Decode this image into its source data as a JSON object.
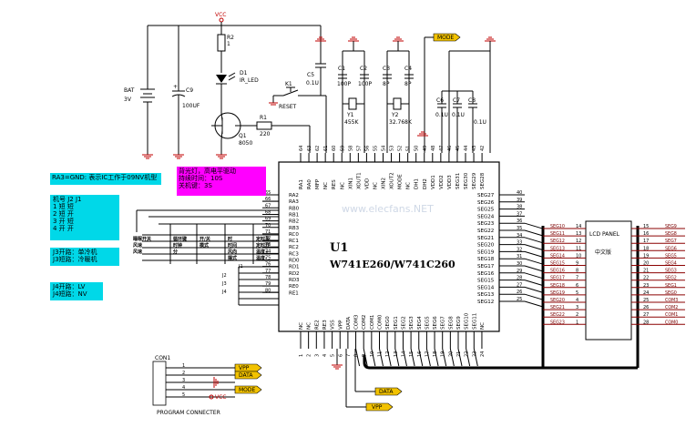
{
  "ic": {
    "ref": "U1",
    "part": "W741E260/W741C260",
    "top_pins": [
      {
        "name": "RA1",
        "num": "64"
      },
      {
        "name": "RA0",
        "num": "63"
      },
      {
        "name": "MFP",
        "num": "62"
      },
      {
        "name": "NC",
        "num": "61"
      },
      {
        "name": "RES",
        "num": "60"
      },
      {
        "name": "NC",
        "num": "59"
      },
      {
        "name": "XIN1",
        "num": "58"
      },
      {
        "name": "XOUT1",
        "num": "57"
      },
      {
        "name": "VDD",
        "num": "56"
      },
      {
        "name": "NC",
        "num": "55"
      },
      {
        "name": "XIN2",
        "num": "54"
      },
      {
        "name": "XOUT2",
        "num": "53"
      },
      {
        "name": "MODE",
        "num": "52"
      },
      {
        "name": "NC",
        "num": "51"
      },
      {
        "name": "DH1",
        "num": "50"
      },
      {
        "name": "DH2",
        "num": "49"
      },
      {
        "name": "VDD1",
        "num": "48"
      },
      {
        "name": "VDD2",
        "num": "47"
      },
      {
        "name": "VDD3",
        "num": "46"
      },
      {
        "name": "SEG31",
        "num": "45"
      },
      {
        "name": "SEG30",
        "num": "44"
      },
      {
        "name": "SEG29",
        "num": "43"
      },
      {
        "name": "SEG28",
        "num": "42"
      }
    ],
    "left_pins": [
      {
        "name": "RA2",
        "num": "65"
      },
      {
        "name": "RA3",
        "num": "66"
      },
      {
        "name": "RB0",
        "num": "67"
      },
      {
        "name": "RB1",
        "num": "68"
      },
      {
        "name": "RB2",
        "num": "69"
      },
      {
        "name": "RB3",
        "num": "70"
      },
      {
        "name": "RC0",
        "num": "71"
      },
      {
        "name": "RC1",
        "num": "72"
      },
      {
        "name": "RC2",
        "num": "73"
      },
      {
        "name": "RC3",
        "num": "74"
      },
      {
        "name": "RD0",
        "num": "75"
      },
      {
        "name": "RD1",
        "num": "76"
      },
      {
        "name": "RD2",
        "num": "77"
      },
      {
        "name": "RD3",
        "num": "78"
      },
      {
        "name": "RE0",
        "num": "79"
      },
      {
        "name": "RE1",
        "num": "80"
      }
    ],
    "bottom_pins": [
      {
        "name": "NC",
        "num": "1"
      },
      {
        "name": "NC",
        "num": "2"
      },
      {
        "name": "RE2",
        "num": "3"
      },
      {
        "name": "RE3",
        "num": "4"
      },
      {
        "name": "VSS",
        "num": "5"
      },
      {
        "name": "VPP",
        "num": "6"
      },
      {
        "name": "DATA",
        "num": "7"
      },
      {
        "name": "COM3",
        "num": "8"
      },
      {
        "name": "COM2",
        "num": "9"
      },
      {
        "name": "COM1",
        "num": "10"
      },
      {
        "name": "COM0",
        "num": "11"
      },
      {
        "name": "SEG0",
        "num": "12"
      },
      {
        "name": "SEG1",
        "num": "13"
      },
      {
        "name": "SEG2",
        "num": "14"
      },
      {
        "name": "SEG3",
        "num": "15"
      },
      {
        "name": "SEG4",
        "num": "16"
      },
      {
        "name": "SEG5",
        "num": "17"
      },
      {
        "name": "SEG6",
        "num": "18"
      },
      {
        "name": "SEG7",
        "num": "19"
      },
      {
        "name": "SEG8",
        "num": "20"
      },
      {
        "name": "SEG9",
        "num": "21"
      },
      {
        "name": "SEG10",
        "num": "22"
      },
      {
        "name": "SEG11",
        "num": "23"
      },
      {
        "name": "NC",
        "num": "24"
      }
    ],
    "right_pins": [
      {
        "name": "SEG27",
        "num": "40"
      },
      {
        "name": "SEG26",
        "num": "39"
      },
      {
        "name": "SEG25",
        "num": "38"
      },
      {
        "name": "SEG24",
        "num": "37"
      },
      {
        "name": "SEG23",
        "num": "36"
      },
      {
        "name": "SEG22",
        "num": "35"
      },
      {
        "name": "SEG21",
        "num": "34"
      },
      {
        "name": "SEG20",
        "num": "33"
      },
      {
        "name": "SEG19",
        "num": "32"
      },
      {
        "name": "SEG18",
        "num": "31"
      },
      {
        "name": "SEG17",
        "num": "30"
      },
      {
        "name": "SEG16",
        "num": "29"
      },
      {
        "name": "SEG15",
        "num": "28"
      },
      {
        "name": "SEG14",
        "num": "27"
      },
      {
        "name": "SEG13",
        "num": "26"
      },
      {
        "name": "SEG12",
        "num": "25"
      }
    ]
  },
  "lcd": {
    "title": "LCD PANEL",
    "subtitle": "中文版",
    "left": [
      {
        "name": "SEG10",
        "num": "14"
      },
      {
        "name": "SEG11",
        "num": "13"
      },
      {
        "name": "SEG12",
        "num": "12"
      },
      {
        "name": "SEG13",
        "num": "11"
      },
      {
        "name": "SEG14",
        "num": "10"
      },
      {
        "name": "SEG15",
        "num": "9"
      },
      {
        "name": "SEG16",
        "num": "8"
      },
      {
        "name": "SEG17",
        "num": "7"
      },
      {
        "name": "SEG18",
        "num": "6"
      },
      {
        "name": "SEG19",
        "num": "5"
      },
      {
        "name": "SEG20",
        "num": "4"
      },
      {
        "name": "SEG21",
        "num": "3"
      },
      {
        "name": "SEG22",
        "num": "2"
      },
      {
        "name": "SEG23",
        "num": "1"
      }
    ],
    "right": [
      {
        "name": "SEG9",
        "num": "15"
      },
      {
        "name": "SEG8",
        "num": "16"
      },
      {
        "name": "SEG7",
        "num": "17"
      },
      {
        "name": "SEG6",
        "num": "18"
      },
      {
        "name": "SEG5",
        "num": "19"
      },
      {
        "name": "SEG4",
        "num": "20"
      },
      {
        "name": "SEG3",
        "num": "21"
      },
      {
        "name": "SEG2",
        "num": "22"
      },
      {
        "name": "SEG1",
        "num": "23"
      },
      {
        "name": "SEG0",
        "num": "24"
      },
      {
        "name": "COM3",
        "num": "25"
      },
      {
        "name": "COM2",
        "num": "26"
      },
      {
        "name": "COM1",
        "num": "27"
      },
      {
        "name": "COM0",
        "num": "28"
      }
    ]
  },
  "components": {
    "vcc": "VCC",
    "r2_ref": "R2",
    "r2_val": "1",
    "d1_ref": "D1",
    "d1_val": "IR_LED",
    "bat_ref": "BAT",
    "bat_val": "3V",
    "c9_ref": "C9",
    "c9_val": "100UF",
    "k1_ref": "K1",
    "reset": "RESET",
    "q1_ref": "Q1",
    "q1_val": "8050",
    "r1_ref": "R1",
    "r1_val": "220",
    "c5_ref": "C5",
    "c5_val": "0.1U",
    "c1_ref": "C1",
    "c1_val": "100P",
    "c2_ref": "C2",
    "c2_val": "100P",
    "c3_ref": "C3",
    "c3_val": "8P",
    "c4_ref": "C4",
    "c4_val": "8P",
    "y1_ref": "Y1",
    "y1_val": "455K",
    "y2_ref": "Y2",
    "y2_val": "32.768K",
    "c6_ref": "C6",
    "c6_val": "0.1U",
    "c7_ref": "C7",
    "c7_val": "0.1U",
    "c8_ref": "C8",
    "c8_val": "0.1U",
    "mode": "MODE",
    "vpp": "VPP",
    "data": "DATA",
    "plus": "+",
    "pin_one": "1"
  },
  "notes": {
    "ra3": "RA3=GND: 表示IC工作于09NV机型",
    "jumper_header": "机号  J2   J1",
    "jumper_rows": [
      "1    短    短",
      "2    短    开",
      "3    开    短",
      "4    开    开"
    ],
    "j3": [
      "J3开路：单冷机",
      "J3短路：冷暖机"
    ],
    "j4": [
      "J4开路：LV",
      "J4短路：NV"
    ],
    "magenta": [
      "背光灯，高电平驱动",
      "持续时间：10S",
      "关机键：3S"
    ],
    "watermark": "www.elecfans.NET"
  },
  "keys": {
    "row1": [
      "睡眠开关",
      "循环键",
      "开/关",
      "时",
      "定时关"
    ],
    "row2": [
      "风速",
      "时钟",
      "模式",
      "时间",
      "定时开"
    ],
    "row3": [
      "风速",
      "分",
      "",
      "风向",
      "温度+"
    ],
    "row4": [
      "",
      "",
      "",
      "摆式",
      "温度-"
    ]
  },
  "jumpers": [
    "J1",
    "J2",
    "J3",
    "J4"
  ],
  "connector": {
    "title": "CON1",
    "footer": "PROGRAM CONNECTER",
    "pins": [
      "1",
      "2",
      "3",
      "4",
      "5"
    ],
    "labels": [
      "VPP",
      "DATA",
      "",
      "MODE",
      "VCC"
    ]
  }
}
